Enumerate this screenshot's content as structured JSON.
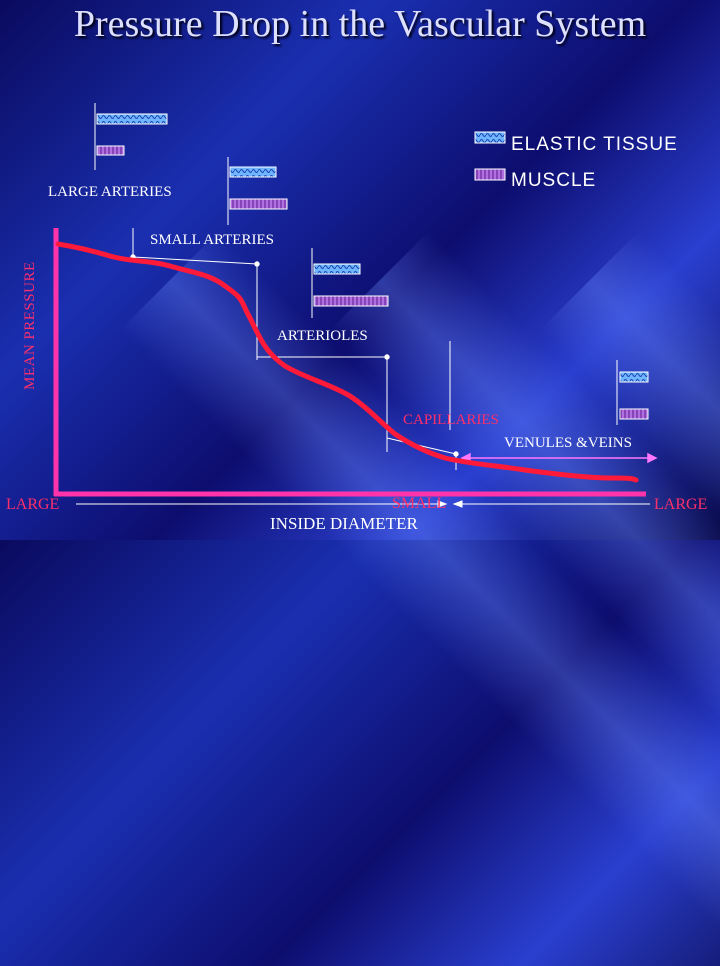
{
  "title": "Pressure Drop in the Vascular System",
  "legend": {
    "elastic": "ELASTIC TISSUE",
    "muscle": "MUSCLE"
  },
  "segments": {
    "large_arteries": "LARGE ARTERIES",
    "small_arteries": "SMALL ARTERIES",
    "arterioles": "ARTERIOLES",
    "capillaries": "CAPILLARIES",
    "venules_veins": "VENULES &VEINS"
  },
  "axes": {
    "ylabel": "MEAN PRESSURE",
    "xlabel": "INSIDE DIAMETER",
    "x_left": "LARGE",
    "x_mid": "SMALL",
    "x_right": "LARGE"
  },
  "colors": {
    "curve": "#ff1a3a",
    "axis": "#ff33aa",
    "elastic_swatch": "#6fb6ff",
    "muscle_swatch": "#a84bd0"
  }
}
